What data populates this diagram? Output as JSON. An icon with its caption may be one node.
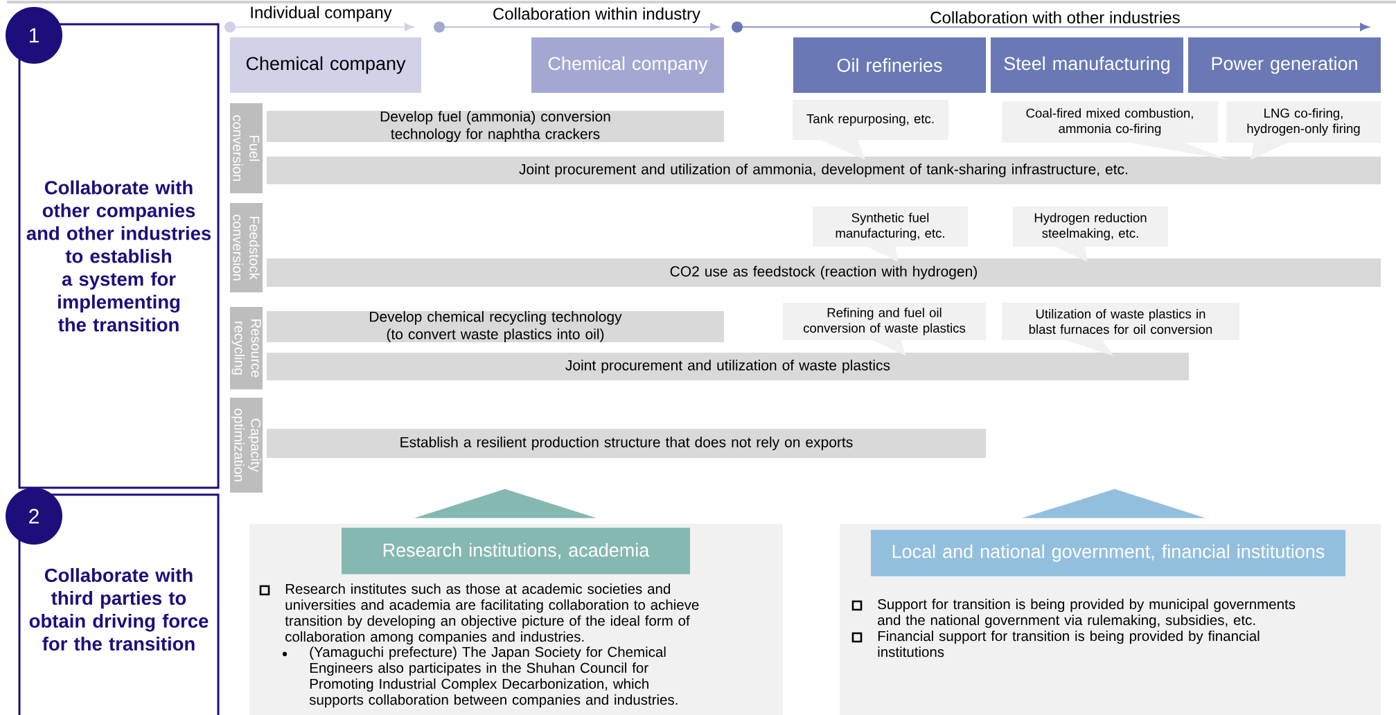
{
  "diagram": {
    "nodes": [
      {
        "text": [
          "1"
        ]
      },
      {
        "text": [
          "Collaborate with other companies and other industries to establish a system for implementing the transition"
        ]
      },
      {
        "text": [
          "Chemical company"
        ]
      },
      {
        "text": [
          "Chemical company"
        ]
      },
      {
        "text": [
          "Oil refineries"
        ]
      },
      {
        "text": [
          "Steel manufacturing"
        ]
      },
      {
        "text": [
          "Power generation"
        ]
      },
      {
        "text": [
          "Fuel conversion"
        ]
      },
      {
        "text": [
          "Develop fuel (ammonia) conversion technology for naphtha crackers"
        ]
      },
      {
        "text": [
          "Tank repurposing, etc."
        ]
      },
      {
        "text": [
          "Coal-fired mixed combustion, ammonia co-firing"
        ]
      },
      {
        "text": [
          "LNG co-firing, hydrogen-only firing"
        ]
      },
      {
        "text": [
          "Joint procurement and utilization of ammonia, development of tank-sharing infrastructure, etc."
        ]
      },
      {
        "text": [
          "Feedstock conversion"
        ]
      },
      {
        "text": [
          "Synthetic fuel manufacturing, etc."
        ]
      },
      {
        "text": [
          "Hydrogen reduction steelmaking, etc."
        ]
      },
      {
        "text": [
          "CO2 use as feedstock (reaction with hydrogen)"
        ]
      },
      {
        "text": [
          "Resource recycling"
        ]
      },
      {
        "text": [
          "Develop chemical recycling technology (to convert waste plastics into oil)"
        ]
      },
      {
        "text": [
          "Refining and fuel oil conversion of waste plastics"
        ]
      },
      {
        "text": [
          "Utilization of waste plastics in blast furnaces for oil conversion"
        ]
      },
      {
        "text": [
          "Joint procurement and utilization of waste plastics"
        ]
      },
      {
        "text": [
          "Capacity optimization"
        ]
      },
      {
        "text": [
          "Establish a resilient production structure that does not rely on exports"
        ]
      },
      {
        "text": [
          "2"
        ]
      },
      {
        "text": [
          "Collaborate with third parties to obtain driving force for the transition"
        ]
      },
      {
        "text": [
          "Research institutes such as those at academic societies and universities and academia are facilitating collaboration to achieve transition by developing an objective picture of the ideal form of collaboration among companies and industries.",
          "(Yamaguchi prefecture) The Japan Society for Chemical Engineers also participates in the Shuhan Council for Promoting Industrial Complex Decarbonization, which supports collaboration between companies and industries."
        ]
      },
      {
        "text": [
          "Research institutions, academia"
        ],
        "in": 26
      },
      {
        "text": [
          "Support for transition is being provided by municipal governments and the national government via rulemaking, subsidies, etc.",
          "Financial support for transition is being provided by financial institutions"
        ]
      },
      {
        "text": [
          "Local and national government, financial institutions"
        ],
        "in": 28
      }
    ],
    "edges": [
      {
        "from": 9,
        "to": 12,
        "arrow": "none"
      },
      {
        "from": 10,
        "to": 12,
        "arrow": "none"
      },
      {
        "from": 11,
        "to": 12,
        "arrow": "none"
      },
      {
        "from": 14,
        "to": 16,
        "arrow": "none"
      },
      {
        "from": 15,
        "to": 16,
        "arrow": "none"
      },
      {
        "from": 19,
        "to": 21,
        "arrow": "none"
      },
      {
        "from": 20,
        "to": 21,
        "arrow": "none"
      },
      {
        "from": 26,
        "to": null,
        "arrow": "to",
        "color": "#86b8b2"
      },
      {
        "from": 28,
        "to": null,
        "arrow": "to",
        "color": "#93bfdf"
      }
    ],
    "labels": [
      "Individual company",
      "Collaboration within industry",
      "Collaboration with other industries"
    ]
  }
}
